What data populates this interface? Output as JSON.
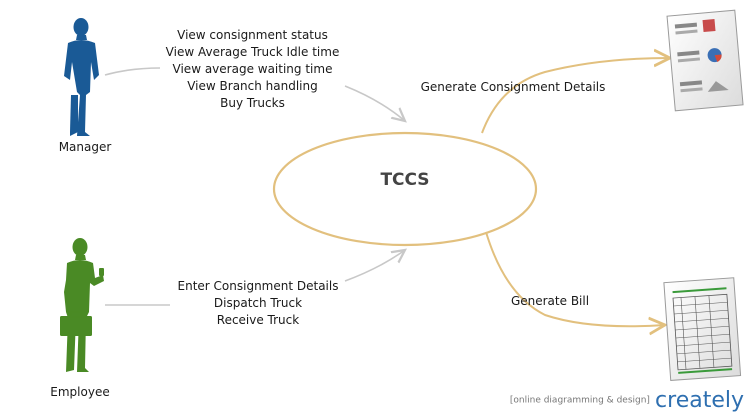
{
  "diagram": {
    "center_node": "TCCS",
    "actors": {
      "manager": "Manager",
      "employee": "Employee"
    },
    "manager_actions": [
      "View consignment status",
      "View Average Truck Idle time",
      "View average waiting time",
      "View Branch handling",
      "Buy Trucks"
    ],
    "employee_actions": [
      "Enter Consignment Details",
      "Dispatch Truck",
      "Receive Truck"
    ],
    "outputs": {
      "consignment": "Generate Consignment Details",
      "bill": "Generate Bill"
    },
    "colors": {
      "manager": "#1a5a96",
      "employee": "#4a8a25",
      "ellipse": "#e2c07e",
      "arrow": "#c8c8c8"
    }
  },
  "watermark": {
    "tagline": "[online diagramming & design]",
    "brand": "creately"
  }
}
